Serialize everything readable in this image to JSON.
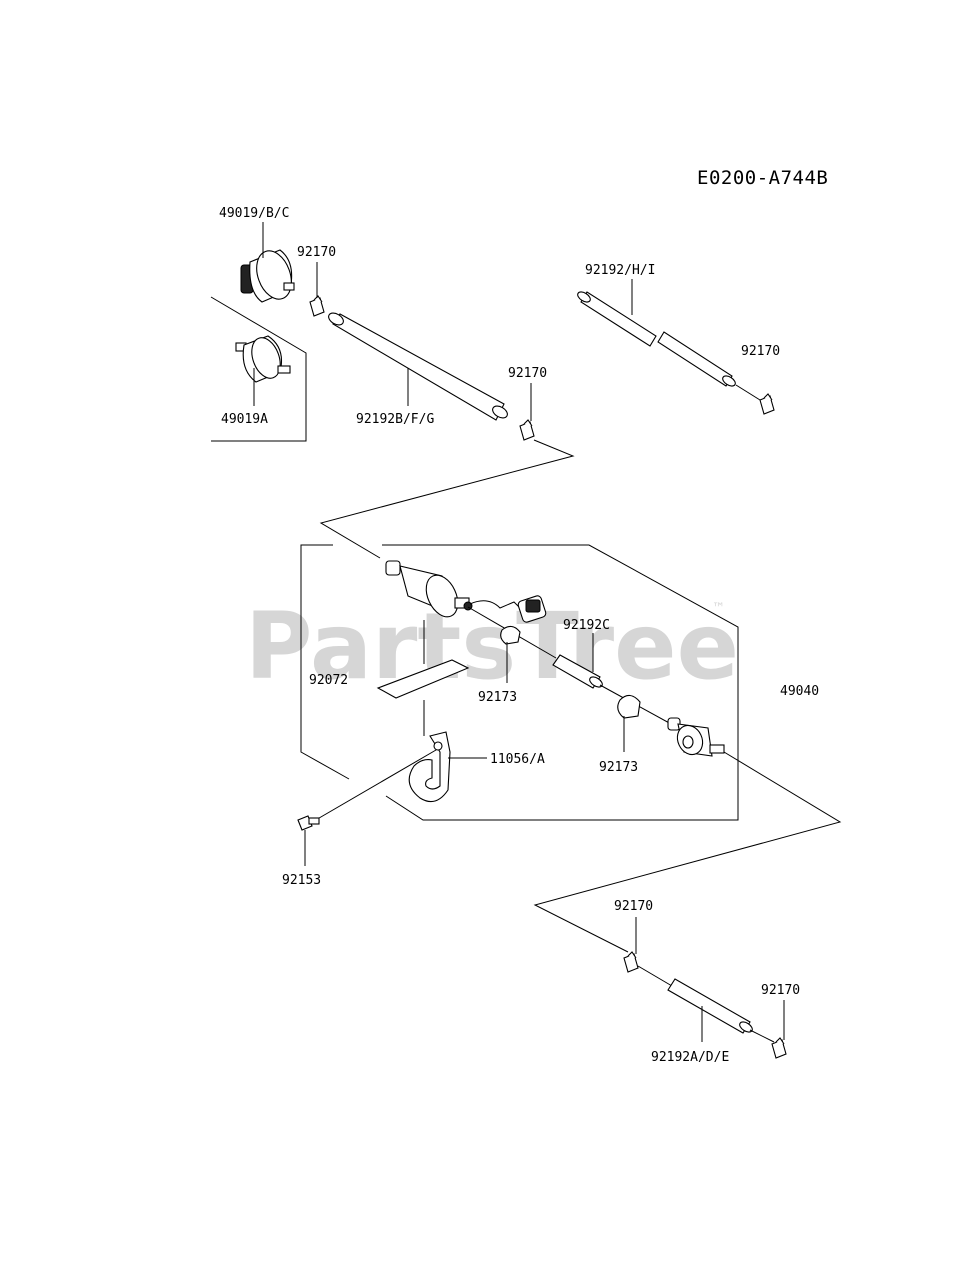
{
  "diagram": {
    "drawing_code": "E0200-A744B",
    "watermark": {
      "text": "PartsTree",
      "trademark": "™"
    },
    "labels": {
      "filter_bc": "49019/B/C",
      "filter_a": "49019A",
      "clip_1": "92170",
      "hose_bfg": "92192B/F/G",
      "clip_2": "92170",
      "hose_hi": "92192/H/I",
      "clip_3": "92170",
      "hose_c": "92192C",
      "pump": "49040",
      "pad": "92072",
      "clamp_1": "92173",
      "clamp_2": "92173",
      "bracket": "11056/A",
      "bolt": "92153",
      "clip_4": "92170",
      "clip_5": "92170",
      "hose_ade": "92192A/D/E"
    }
  }
}
